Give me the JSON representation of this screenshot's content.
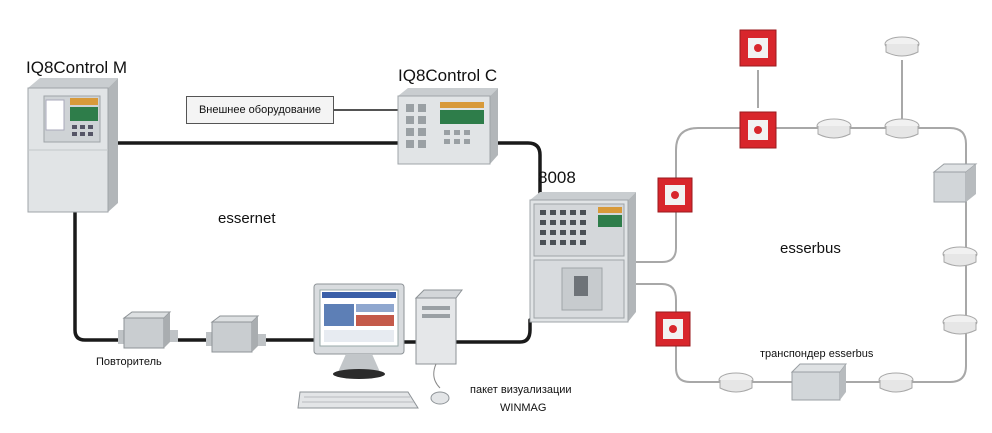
{
  "labels": {
    "panel_m": "IQ8Control M",
    "panel_c": "IQ8Control C",
    "panel_8008": "8008",
    "external_equipment": "Внешнее оборудование",
    "essernet": "essernet",
    "esserbus": "esserbus",
    "repeater": "Повторитель",
    "transponder": "транспондер esserbus",
    "winmag_line1": "пакет визуализации",
    "winmag_line2": "WINMAG"
  },
  "colors": {
    "cable": "#1a1a1a",
    "loop": "#a8a8a8",
    "panel": "#e1e4e6",
    "manual_call_point": "#d8262c",
    "detector": "#f1f1f1"
  }
}
